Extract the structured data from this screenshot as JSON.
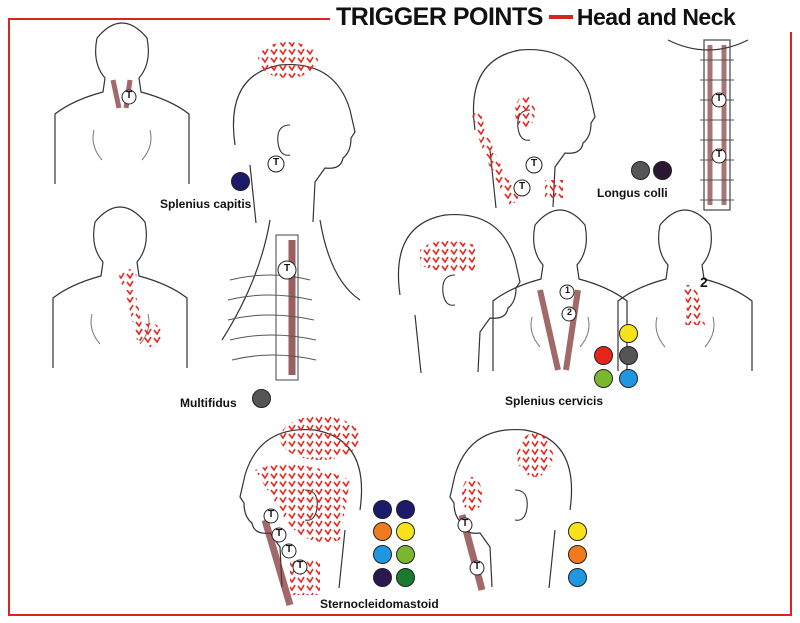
{
  "title": "TRIGGER POINTS",
  "subtitle": "Head and Neck",
  "trigger_marker": "T",
  "panels": [
    {
      "muscle": "Splenius capitis",
      "colors": [
        "#1c1a6b"
      ]
    },
    {
      "muscle": "Longus colli",
      "colors": [
        "#555558",
        "#2a1830"
      ]
    },
    {
      "muscle": "Multifidus",
      "colors": [
        "#555558"
      ]
    },
    {
      "muscle": "Splenius cervicis",
      "point_labels": [
        "1",
        "2"
      ],
      "colors": [
        "#f5e21a",
        "#e8231c",
        "#555558",
        "#7ab72f",
        "#1e96e0"
      ]
    },
    {
      "muscle": "Sternocleidomastoid",
      "colors": [
        "#1c1a6b",
        "#1c1a6b",
        "#f07b1c",
        "#f5e21a",
        "#1e96e0",
        "#7ab72f",
        "#2a1850",
        "#1a7a2e",
        "#f5e21a",
        "#f07b1c",
        "#1e96e0"
      ]
    }
  ],
  "accent_color": "#d7261e",
  "referral_color": "#e8231c"
}
